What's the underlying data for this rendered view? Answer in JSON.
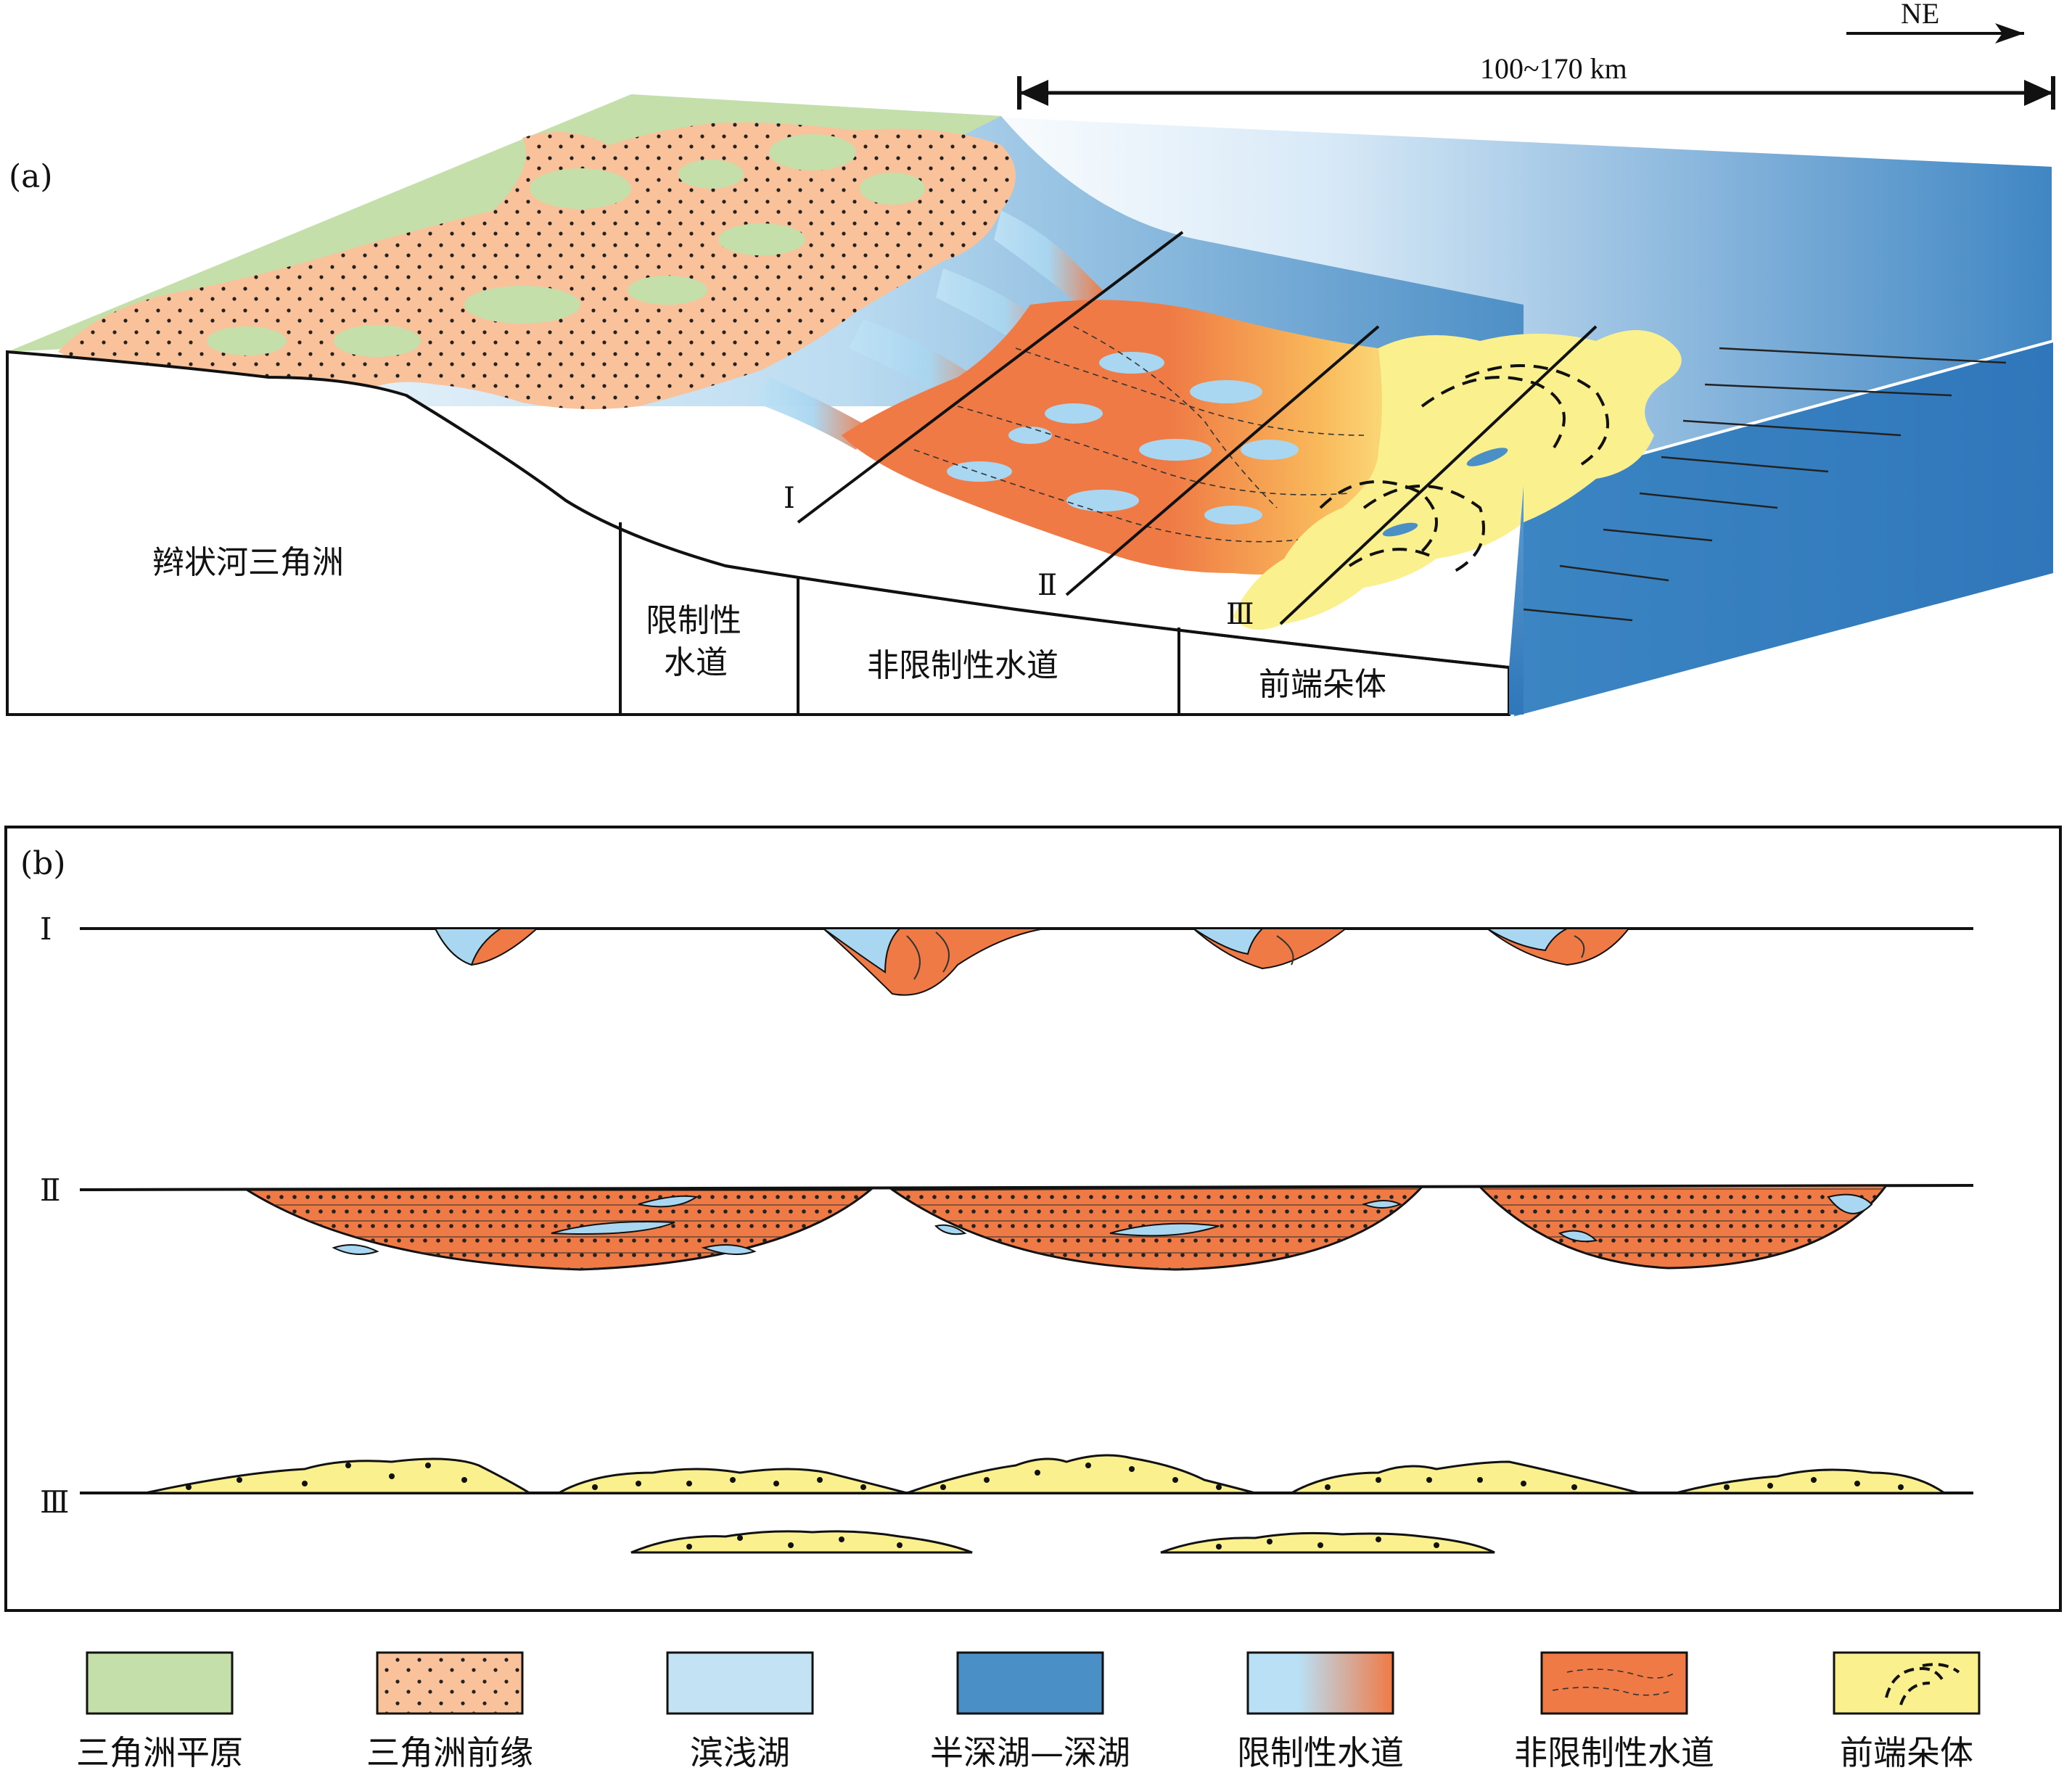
{
  "panel_a": {
    "label": "(a)",
    "direction": "NE",
    "scale_text": "100~170 km",
    "profile_labels": [
      "Ⅰ",
      "Ⅱ",
      "Ⅲ"
    ],
    "zones": {
      "delta": "辫状河三角洲",
      "restricted_line1": "限制性",
      "restricted_line2": "水道",
      "unrestricted": "非限制性水道",
      "lobe": "前端朵体"
    }
  },
  "panel_b": {
    "label": "(b)",
    "profile_labels": [
      "Ⅰ",
      "Ⅱ",
      "Ⅲ"
    ]
  },
  "legend": [
    {
      "label": "三角洲平原",
      "color": "#c5dfaa",
      "pattern": "solid"
    },
    {
      "label": "三角洲前缘",
      "color": "#f9c29a",
      "pattern": "dots"
    },
    {
      "label": "滨浅湖",
      "color": "#c3e3f5",
      "pattern": "solid"
    },
    {
      "label": "半深湖—深湖",
      "color": "#4a8fc5",
      "pattern": "solid"
    },
    {
      "label": "限制性水道",
      "color": "#f07a45",
      "pattern": "gradient"
    },
    {
      "label": "非限制性水道",
      "color": "#ef7a45",
      "pattern": "dashes"
    },
    {
      "label": "前端朵体",
      "color": "#fbf08e",
      "pattern": "dashed-arcs"
    }
  ],
  "colors": {
    "plain": "#c5dfaa",
    "front": "#f9c29a",
    "shallow": "#c3e3f5",
    "deep": "#4a8fc5",
    "channel": "#ef7a45",
    "lobe": "#fbf08e"
  }
}
